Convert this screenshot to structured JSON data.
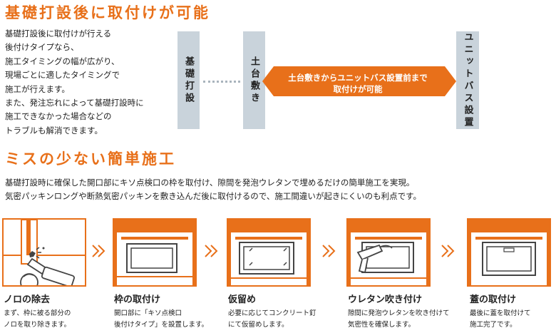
{
  "section1": {
    "title": "基礎打設後に取付けが可能",
    "intro_lines": [
      "基礎打設後に取付けが行える",
      "後付けタイプなら、",
      "施工タイミングの幅が広がり、",
      "現場ごとに適したタイミングで",
      "施工が行えます。",
      "また、発注忘れによって基礎打設時に",
      "施工できなかった場合などの",
      "トラブルも解消できます。"
    ],
    "timeline": {
      "box_kiso": "基礎打設",
      "box_dodai": "土台敷き",
      "box_unit": "ユニットバス設置",
      "arrow_line1": "土台敷きからユニットバス設置前まで",
      "arrow_line2": "取付けが可能"
    }
  },
  "section2": {
    "title": "ミスの少ない簡単施工",
    "desc_lines": [
      "基礎打設時に確保した開口部にキソ点検口の枠を取付け、隙間を発泡ウレタンで埋めるだけの簡単施工を実現。",
      "気密パッキンロングや断熱気密パッキンを敷き込んだ後に取付けるので、施工間違いが起きにくいのも利点です。"
    ],
    "steps": [
      {
        "title": "ノロの除去",
        "desc1": "まず、枠に被る部分の",
        "desc2": "ノロを取り除きます。"
      },
      {
        "title": "枠の取付け",
        "desc1": "開口部に「キソ点検口",
        "desc2": "後付けタイプ」を設置します。"
      },
      {
        "title": "仮留め",
        "desc1": "必要に応じてコンクリート釘",
        "desc2": "にて仮留めします。"
      },
      {
        "title": "ウレタン吹き付け",
        "desc1": "隙間に発泡ウレタンを吹き付けて",
        "desc2": "気密性を確保します。"
      },
      {
        "title": "蓋の取付け",
        "desc1": "最後に蓋を取付けて",
        "desc2": "施工完了です。"
      }
    ]
  },
  "colors": {
    "accent": "#e8701a",
    "box_gray": "#c9d3db"
  },
  "icons": [
    "chevron-right-icon",
    "scraper-tool-icon",
    "urethane-spray-gun-icon"
  ]
}
